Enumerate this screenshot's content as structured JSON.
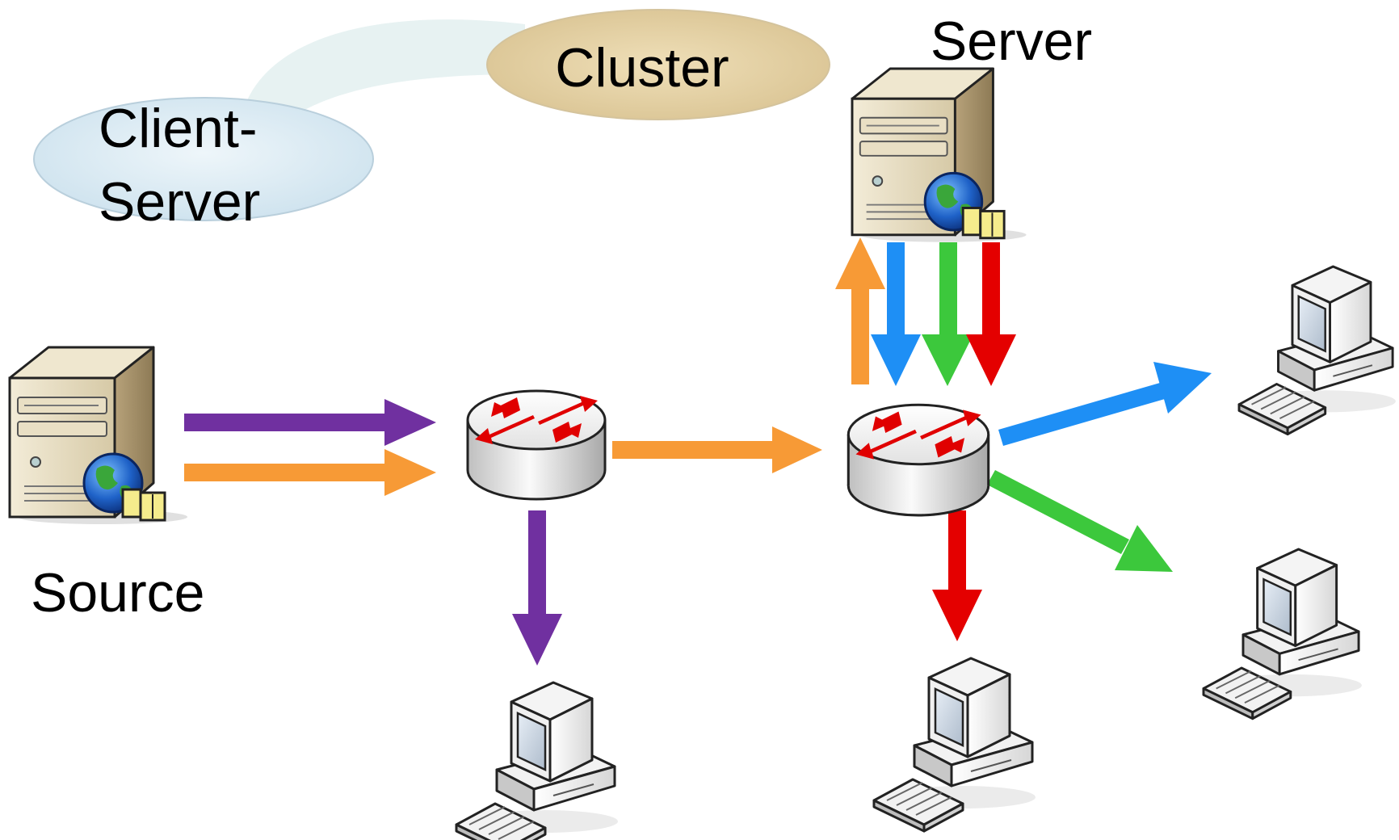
{
  "labels": {
    "client_server_line1": "Client-",
    "client_server_line2": "Server",
    "cluster": "Cluster",
    "server": "Server",
    "source": "Source"
  },
  "colors": {
    "purple": "#7030a0",
    "orange": "#f79a36",
    "blue": "#1e8ff5",
    "green": "#3cc83c",
    "red": "#e40000",
    "client_server_bubble": "#dcebf3",
    "cluster_bubble": "#e6d4a9",
    "connector_band": "#e4f1f1"
  },
  "icons": {
    "source": "server-globe-icon",
    "server": "server-globe-icon",
    "routers": "router-icon",
    "clients": "workstation-icon"
  }
}
